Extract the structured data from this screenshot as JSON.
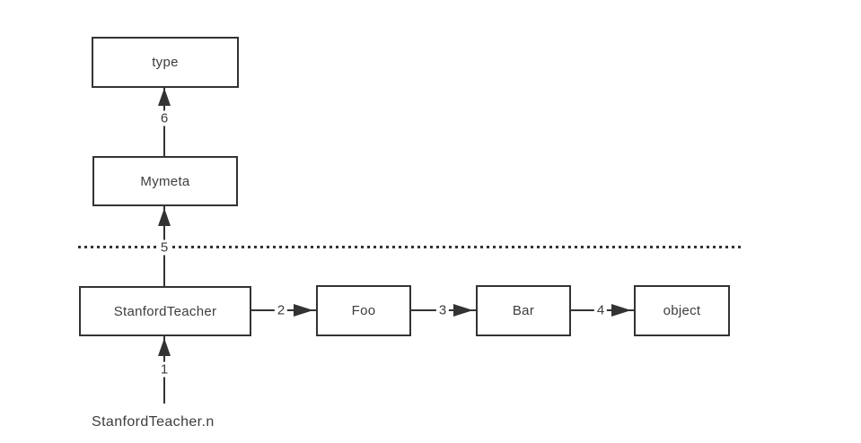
{
  "diagram": {
    "nodes": [
      {
        "id": "type",
        "label": "type"
      },
      {
        "id": "mymeta",
        "label": "Mymeta"
      },
      {
        "id": "stanfordteacher",
        "label": "StanfordTeacher"
      },
      {
        "id": "foo",
        "label": "Foo"
      },
      {
        "id": "bar",
        "label": "Bar"
      },
      {
        "id": "object",
        "label": "object"
      }
    ],
    "edges": [
      {
        "label": "1",
        "from": "StanfordTeacher.n",
        "to": "StanfordTeacher",
        "direction": "up"
      },
      {
        "label": "2",
        "from": "StanfordTeacher",
        "to": "Foo",
        "direction": "right"
      },
      {
        "label": "3",
        "from": "Foo",
        "to": "Bar",
        "direction": "right"
      },
      {
        "label": "4",
        "from": "Bar",
        "to": "object",
        "direction": "right"
      },
      {
        "label": "5",
        "from": "StanfordTeacher",
        "to": "Mymeta",
        "direction": "up"
      },
      {
        "label": "6",
        "from": "Mymeta",
        "to": "type",
        "direction": "up"
      }
    ],
    "caption": "StanfordTeacher.n",
    "colors": {
      "line": "#333333",
      "text": "#3d3d3d",
      "background": "#ffffff"
    }
  }
}
